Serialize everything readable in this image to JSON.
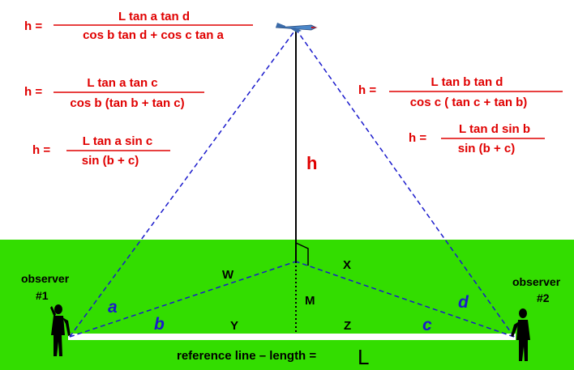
{
  "formulas": {
    "f1": {
      "lhs": "h =",
      "num": "L  tan a   tan d",
      "den": "cos b  tan d  +  cos c  tan a"
    },
    "f2": {
      "lhs": "h =",
      "num": "L  tan a  tan c",
      "den": "cos b  (tan b + tan c)"
    },
    "f3": {
      "lhs": "h =",
      "num": "L  tan a  sin c",
      "den": "sin (b + c)"
    },
    "f4": {
      "lhs": "h =",
      "num": "L  tan b  tan d",
      "den": "cos c  ( tan c + tan b)"
    },
    "f5": {
      "lhs": "h =",
      "num": "L  tan d  sin b",
      "den": "sin (b + c)"
    }
  },
  "labels": {
    "h": "h",
    "W": "W",
    "X": "X",
    "M": "M",
    "Y": "Y",
    "Z": "Z",
    "observer1": "observer",
    "observer1_num": "#1",
    "observer2": "observer",
    "observer2_num": "#2",
    "reference": "reference  line –  length =",
    "L": "L"
  },
  "angles": {
    "a": "a",
    "b": "b",
    "c": "c",
    "d": "d"
  },
  "colors": {
    "sky": "#ffffff",
    "ground": "#33dd00",
    "formula": "#e00000",
    "angle": "#1a1acc",
    "dashed": "#1a1acc"
  }
}
